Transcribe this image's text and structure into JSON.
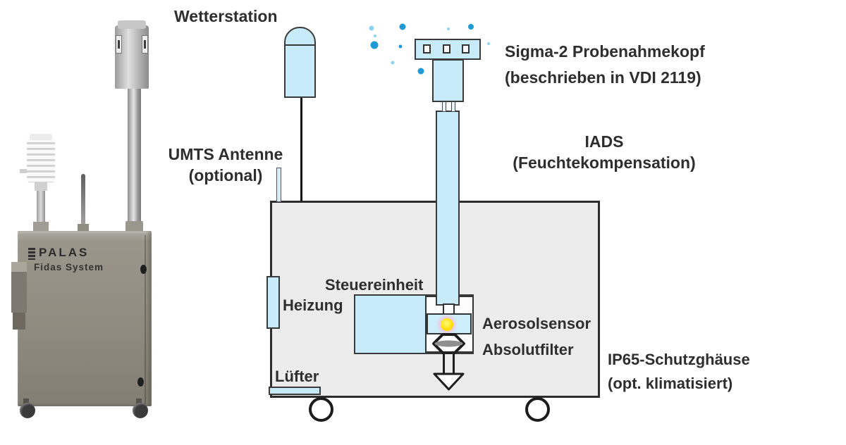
{
  "photo": {
    "brand": "PALAS",
    "model": "Fidas System"
  },
  "diagram": {
    "labels": {
      "wetterstation": "Wetterstation",
      "umts_line1": "UMTS Antenne",
      "umts_line2": "(optional)",
      "sigma_line1": "Sigma-2 Probenahmekopf",
      "sigma_line2": "(beschrieben in VDI 2119)",
      "iads_line1": "IADS",
      "iads_line2": "(Feuchtekompensation)",
      "steuereinheit": "Steuereinheit",
      "heizung": "Heizung",
      "aerosolsensor": "Aerosolsensor",
      "absolutfilter": "Absolutfilter",
      "luefter": "Lüfter",
      "ip65_line1": "IP65-Schutzghäuse",
      "ip65_line2": "(opt. klimatisiert)"
    },
    "colors": {
      "component_fill": "#c8ebf9",
      "outline": "#2d2d2d",
      "enclosure_fill": "#ececec",
      "particle_dark": "#1f9ad6",
      "particle_light": "#8ed3ef",
      "sensor_spot": "#ffdf00",
      "filter_band": "#8f8f8f",
      "label_text": "#2e2e2e"
    }
  }
}
